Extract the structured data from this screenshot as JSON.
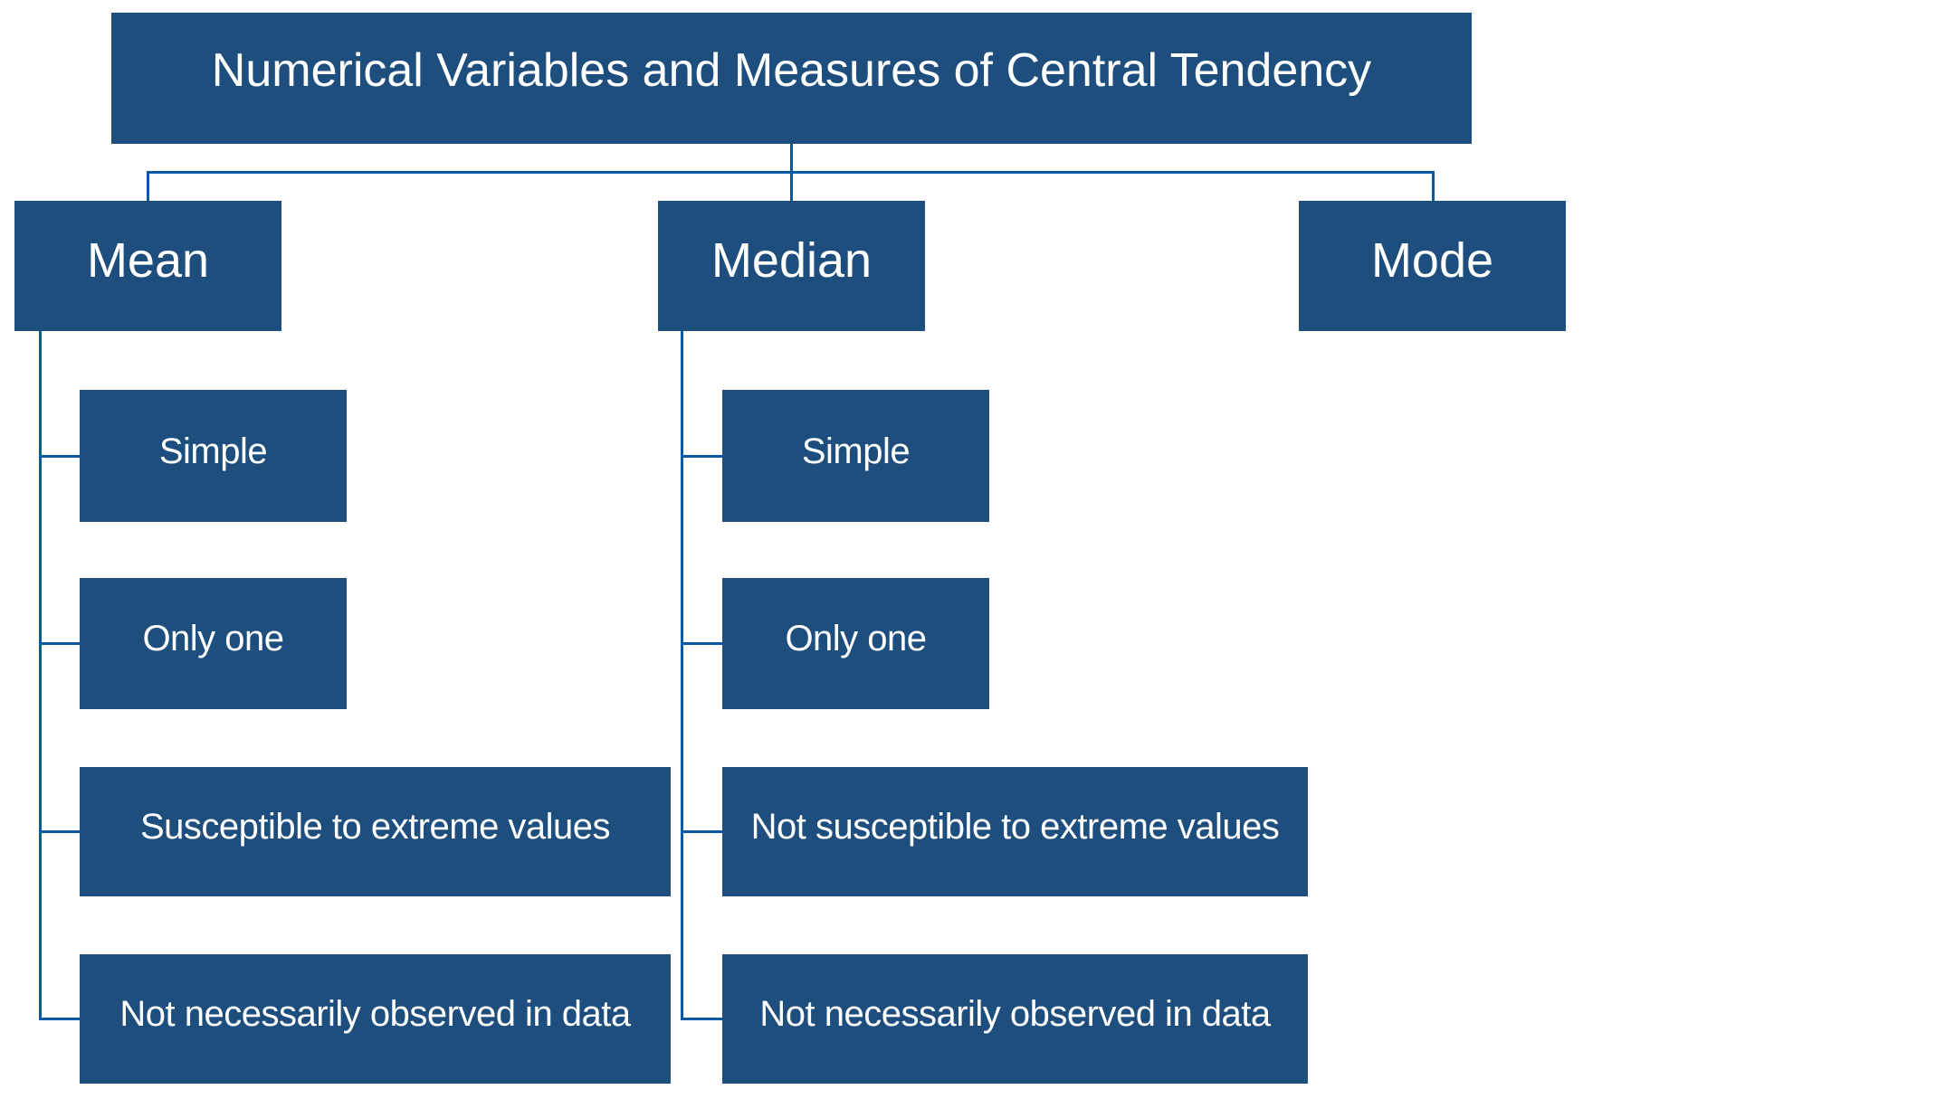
{
  "diagram": {
    "title": "Numerical Variables and Measures of Central Tendency",
    "branches": [
      {
        "label": "Mean",
        "children": [
          "Simple",
          "Only one",
          "Susceptible to extreme values",
          "Not necessarily observed in data"
        ]
      },
      {
        "label": "Median",
        "children": [
          "Simple",
          "Only one",
          "Not susceptible to extreme values",
          "Not necessarily observed in data"
        ]
      },
      {
        "label": "Mode",
        "children": []
      }
    ],
    "colors": {
      "node_fill": "#1d4e7e",
      "connector": "#0b59a5",
      "text": "#ffffff",
      "background": "#ffffff"
    }
  }
}
